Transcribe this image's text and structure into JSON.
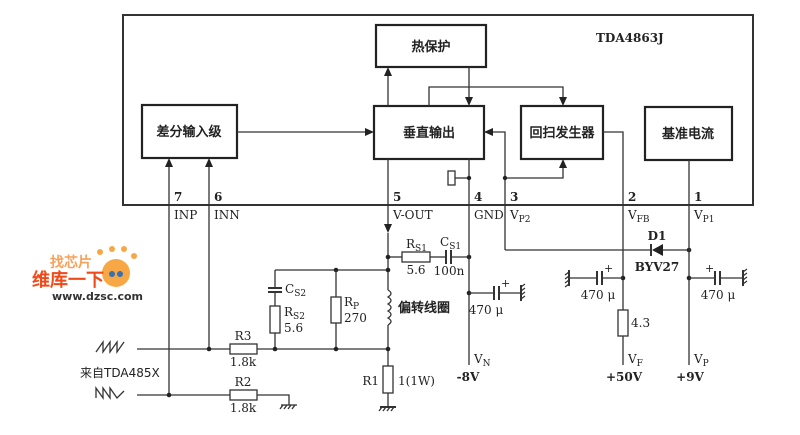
{
  "ic": {
    "part_number": "TDA4863J",
    "blocks": {
      "thermal_protection": "热保护",
      "differential_input": "差分输入级",
      "vertical_output": "垂直输出",
      "flyback_generator": "回扫发生器",
      "reference_current": "基准电流"
    },
    "pins": [
      {
        "number": "7",
        "name": "INP"
      },
      {
        "number": "6",
        "name": "INN"
      },
      {
        "number": "5",
        "name": "V-OUT"
      },
      {
        "number": "4",
        "name": "GND"
      },
      {
        "number": "3",
        "name": "V",
        "sub": "P2"
      },
      {
        "number": "2",
        "name": "V",
        "sub": "FB"
      },
      {
        "number": "1",
        "name": "V",
        "sub": "P1"
      }
    ]
  },
  "components": {
    "rs1": {
      "name": "R",
      "sub": "S1",
      "value": "5.6"
    },
    "cs1": {
      "name": "C",
      "sub": "S1",
      "value": "100n"
    },
    "cs2": {
      "name": "C",
      "sub": "S2"
    },
    "rs2": {
      "name": "R",
      "sub": "S2",
      "value": "5.6"
    },
    "rp": {
      "name": "R",
      "sub": "P",
      "value": "270"
    },
    "yoke": {
      "label": "偏转线圈"
    },
    "r1": {
      "name": "R1",
      "value": "1(1W)"
    },
    "r2": {
      "name": "R2",
      "value": "1.8k"
    },
    "r3": {
      "name": "R3",
      "value": "1.8k"
    },
    "d1": {
      "name": "D1",
      "value": "BYV27"
    },
    "c_vn": {
      "value": "470 μ"
    },
    "c_vfb": {
      "value": "470 μ"
    },
    "c_vp": {
      "value": "470 μ"
    },
    "r_vf": {
      "value": "4.3"
    }
  },
  "supplies": {
    "vn": {
      "name": "V",
      "sub": "N",
      "value": "-8V"
    },
    "vf": {
      "name": "V",
      "sub": "F",
      "value": "+50V"
    },
    "vp": {
      "name": "V",
      "sub": "P",
      "value": "+9V"
    }
  },
  "input": {
    "source_label": "来自TDA485X"
  },
  "watermark": {
    "top": "找芯片",
    "main": "维库一下",
    "url": "www.dzsc.com",
    "colors": {
      "main": "#f04a1a",
      "top": "#f7a15a"
    }
  }
}
